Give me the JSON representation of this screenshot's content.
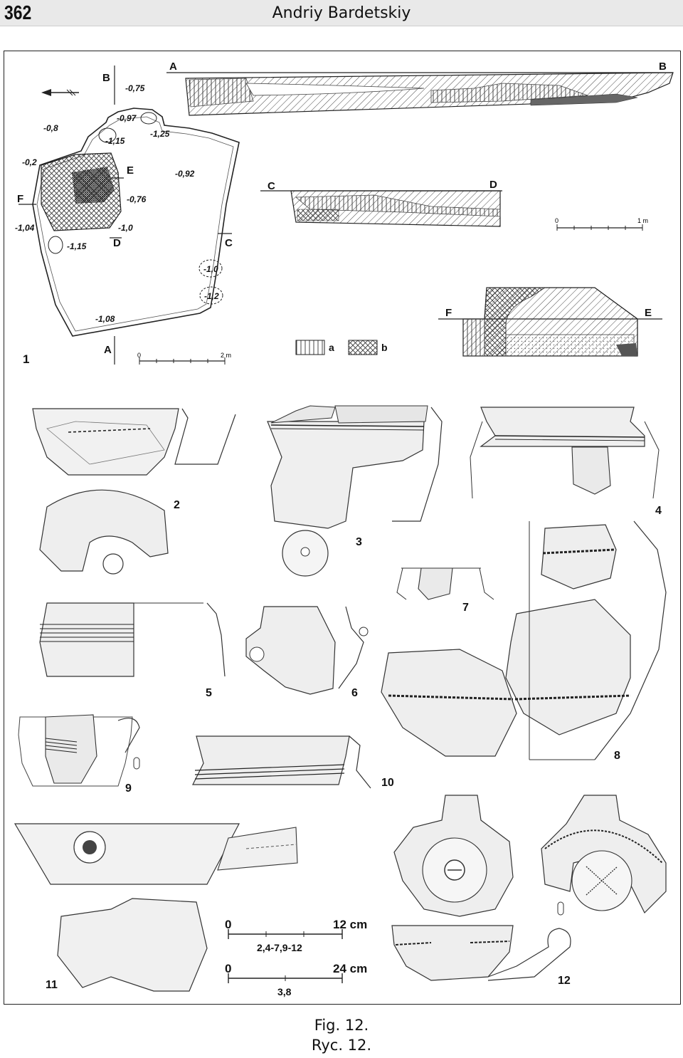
{
  "header": {
    "page_number": "362",
    "running_head": "Andriy Bardetskiy"
  },
  "plan": {
    "depths": [
      "-0,75",
      "-0,8",
      "-0,97",
      "-1,15",
      "-1,25",
      "-0,2",
      "-0,92",
      "-0,76",
      "-1,04",
      "-1,0",
      "-1,15",
      "-1,0",
      "-1,2",
      "-1,08"
    ],
    "section_letters": [
      "A",
      "B",
      "C",
      "D",
      "E",
      "F",
      "A",
      "B",
      "C",
      "D",
      "F",
      "E"
    ],
    "scale_plan": {
      "start": "0",
      "end": "2 m"
    },
    "scale_section": {
      "start": "0",
      "end": "1 m"
    },
    "legend": [
      "a",
      "b"
    ]
  },
  "figure_numbers": [
    "1",
    "2",
    "3",
    "4",
    "5",
    "6",
    "7",
    "8",
    "9",
    "10",
    "11",
    "12"
  ],
  "scales": {
    "small": {
      "start": "0",
      "end": "12 cm",
      "applies": "2,4-7,9-12"
    },
    "large": {
      "start": "0",
      "end": "24 cm",
      "applies": "3,8"
    }
  },
  "caption": {
    "line1": "Fig. 12.",
    "line2": "Ryc. 12."
  }
}
